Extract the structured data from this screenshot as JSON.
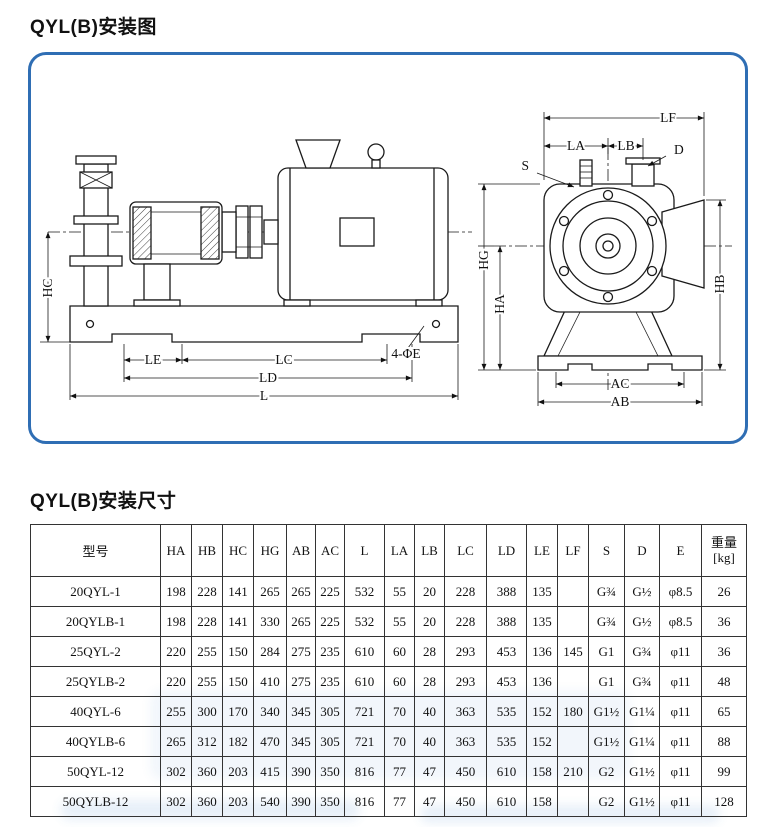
{
  "page": {
    "diagram_title": "QYL(B)安装图",
    "table_title": "QYL(B)安装尺寸"
  },
  "diagram": {
    "labels": {
      "hc": "HC",
      "le": "LE",
      "lc": "LC",
      "ld": "LD",
      "l": "L",
      "holes": "4-ΦE",
      "lf": "LF",
      "la": "LA",
      "lb": "LB",
      "d": "D",
      "s": "S",
      "hg": "HG",
      "ha": "HA",
      "hb": "HB",
      "ac": "AC",
      "ab": "AB"
    }
  },
  "table": {
    "headers": [
      "型号",
      "HA",
      "HB",
      "HC",
      "HG",
      "AB",
      "AC",
      "L",
      "LA",
      "LB",
      "LC",
      "LD",
      "LE",
      "LF",
      "S",
      "D",
      "E",
      "重量\n[kg]"
    ],
    "rows": [
      {
        "model": "20QYL-1",
        "ha": "198",
        "hb": "228",
        "hc": "141",
        "hg": "265",
        "ab": "265",
        "ac": "225",
        "l": "532",
        "la": "55",
        "lb": "20",
        "lc": "228",
        "ld": "388",
        "le": "135",
        "lf": "",
        "s": "G¾",
        "d": "G½",
        "e": "φ8.5",
        "kg": "26"
      },
      {
        "model": "20QYLB-1",
        "ha": "198",
        "hb": "228",
        "hc": "141",
        "hg": "330",
        "ab": "265",
        "ac": "225",
        "l": "532",
        "la": "55",
        "lb": "20",
        "lc": "228",
        "ld": "388",
        "le": "135",
        "lf": "",
        "s": "G¾",
        "d": "G½",
        "e": "φ8.5",
        "kg": "36"
      },
      {
        "model": "25QYL-2",
        "ha": "220",
        "hb": "255",
        "hc": "150",
        "hg": "284",
        "ab": "275",
        "ac": "235",
        "l": "610",
        "la": "60",
        "lb": "28",
        "lc": "293",
        "ld": "453",
        "le": "136",
        "lf": "145",
        "s": "G1",
        "d": "G¾",
        "e": "φ11",
        "kg": "36"
      },
      {
        "model": "25QYLB-2",
        "ha": "220",
        "hb": "255",
        "hc": "150",
        "hg": "410",
        "ab": "275",
        "ac": "235",
        "l": "610",
        "la": "60",
        "lb": "28",
        "lc": "293",
        "ld": "453",
        "le": "136",
        "lf": "",
        "s": "G1",
        "d": "G¾",
        "e": "φ11",
        "kg": "48"
      },
      {
        "model": "40QYL-6",
        "ha": "255",
        "hb": "300",
        "hc": "170",
        "hg": "340",
        "ab": "345",
        "ac": "305",
        "l": "721",
        "la": "70",
        "lb": "40",
        "lc": "363",
        "ld": "535",
        "le": "152",
        "lf": "180",
        "s": "G1½",
        "d": "G1¼",
        "e": "φ11",
        "kg": "65"
      },
      {
        "model": "40QYLB-6",
        "ha": "265",
        "hb": "312",
        "hc": "182",
        "hg": "470",
        "ab": "345",
        "ac": "305",
        "l": "721",
        "la": "70",
        "lb": "40",
        "lc": "363",
        "ld": "535",
        "le": "152",
        "lf": "",
        "s": "G1½",
        "d": "G1¼",
        "e": "φ11",
        "kg": "88"
      },
      {
        "model": "50QYL-12",
        "ha": "302",
        "hb": "360",
        "hc": "203",
        "hg": "415",
        "ab": "390",
        "ac": "350",
        "l": "816",
        "la": "77",
        "lb": "47",
        "lc": "450",
        "ld": "610",
        "le": "158",
        "lf": "210",
        "s": "G2",
        "d": "G1½",
        "e": "φ11",
        "kg": "99"
      },
      {
        "model": "50QYLB-12",
        "ha": "302",
        "hb": "360",
        "hc": "203",
        "hg": "540",
        "ab": "390",
        "ac": "350",
        "l": "816",
        "la": "77",
        "lb": "47",
        "lc": "450",
        "ld": "610",
        "le": "158",
        "lf": "",
        "s": "G2",
        "d": "G1½",
        "e": "φ11",
        "kg": "128"
      }
    ]
  }
}
